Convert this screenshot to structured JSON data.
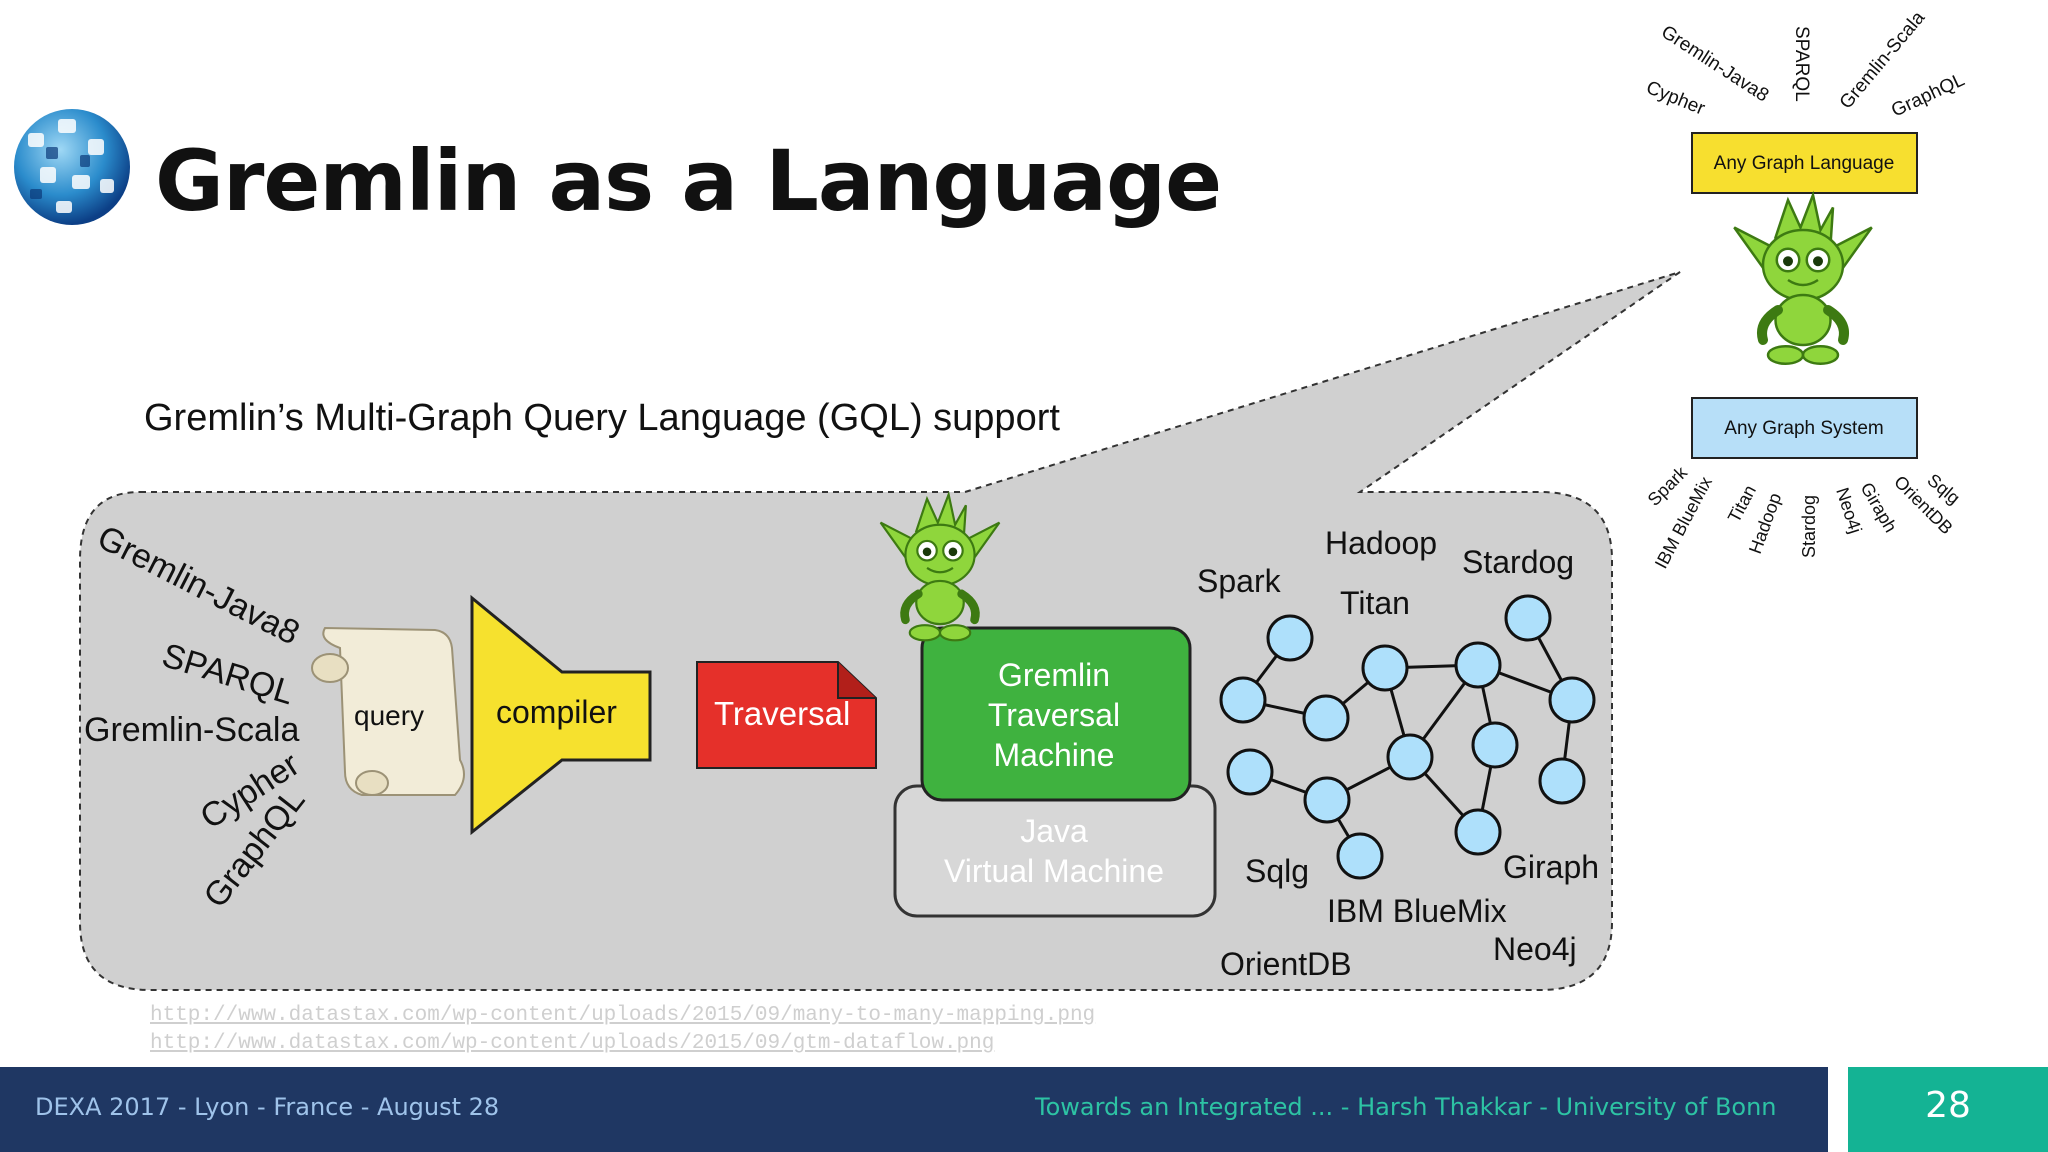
{
  "slide": {
    "title": "Gremlin as a Language",
    "subtitle": "Gremlin’s Multi-Graph Query Language (GQL) support"
  },
  "diagram": {
    "languages": [
      "Gremlin-Java8",
      "SPARQL",
      "Gremlin-Scala",
      "Cypher",
      "GraphQL"
    ],
    "pipeline": {
      "query": "query",
      "compiler": "compiler",
      "traversal": "Traversal",
      "gtm": [
        "Gremlin",
        "Traversal",
        "Machine"
      ],
      "jvm": [
        "Java",
        "Virtual Machine"
      ]
    },
    "systems": [
      "Spark",
      "Hadoop",
      "Stardog",
      "Titan",
      "Sqlg",
      "IBM BlueMix",
      "Giraph",
      "OrientDB",
      "Neo4j"
    ],
    "inset": {
      "top_box": "Any Graph Language",
      "bottom_box": "Any Graph System",
      "languages": [
        "Gremlin-Java8",
        "SPARQL",
        "Gremlin-Scala",
        "Cypher",
        "GraphQL"
      ],
      "systems": [
        "Spark",
        "IBM BlueMix",
        "Titan",
        "Hadoop",
        "Stardog",
        "Neo4j",
        "Giraph",
        "OrientDB",
        "Sqlg"
      ]
    },
    "colors": {
      "bubble": "#d0d0d0",
      "compiler": "#f6e12e",
      "traversal": "#e5302a",
      "gtm": "#3fb23f",
      "node": "#aee0fb",
      "inset_lang_box": "#f7df2f",
      "inset_sys_box": "#b7dff8",
      "gremlin": "#8fd63c"
    }
  },
  "sources": [
    "http://www.datastax.com/wp-content/uploads/2015/09/many-to-many-mapping.png",
    "http://www.datastax.com/wp-content/uploads/2015/09/gtm-dataflow.png"
  ],
  "footer": {
    "left": "DEXA 2017 - Lyon - France - August 28",
    "center": "Towards an Integrated ... - Harsh Thakkar - University of Bonn",
    "page": "28"
  }
}
